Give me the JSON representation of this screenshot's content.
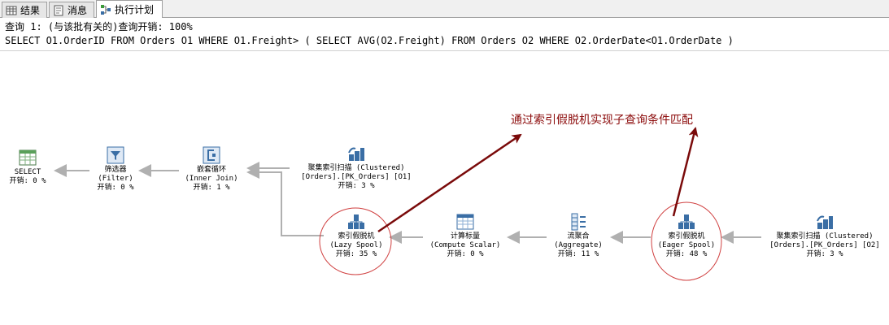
{
  "tabs": [
    {
      "label": "结果",
      "icon": "grid-icon"
    },
    {
      "label": "消息",
      "icon": "message-icon"
    },
    {
      "label": "执行计划",
      "icon": "execution-plan-icon"
    }
  ],
  "query": {
    "header": "查询 1: (与该批有关的)查询开销: 100%",
    "sql": "SELECT O1.OrderID FROM Orders O1 WHERE O1.Freight> ( SELECT AVG(O2.Freight) FROM Orders O2 WHERE O2.OrderDate<O1.OrderDate )"
  },
  "nodes": {
    "select": {
      "label": "SELECT",
      "sub": "",
      "cost": "开销: 0 %",
      "icon": "select-icon"
    },
    "filter": {
      "label": "筛选器",
      "sub": "(Filter)",
      "cost": "开销: 0 %",
      "icon": "filter-icon"
    },
    "nested_loops": {
      "label": "嵌套循环",
      "sub": "(Inner Join)",
      "cost": "开销: 1 %",
      "icon": "nested-loops-icon"
    },
    "scan_o1": {
      "label": "聚集索引扫描 (Clustered)",
      "sub": "[Orders].[PK_Orders] [O1]",
      "cost": "开销: 3 %",
      "icon": "clustered-index-scan-icon"
    },
    "lazy_spool": {
      "label": "索引假脱机",
      "sub": "(Lazy Spool)",
      "cost": "开销: 35 %",
      "icon": "index-spool-icon"
    },
    "compute_scalar": {
      "label": "计算标量",
      "sub": "(Compute Scalar)",
      "cost": "开销: 0 %",
      "icon": "compute-scalar-icon"
    },
    "aggregate": {
      "label": "流聚合",
      "sub": "(Aggregate)",
      "cost": "开销: 11 %",
      "icon": "stream-aggregate-icon"
    },
    "eager_spool": {
      "label": "索引假脱机",
      "sub": "(Eager Spool)",
      "cost": "开销: 48 %",
      "icon": "index-spool-icon"
    },
    "scan_o2": {
      "label": "聚集索引扫描 (Clustered)",
      "sub": "[Orders].[PK_Orders] [O2]",
      "cost": "开销: 3 %",
      "icon": "clustered-index-scan-icon"
    }
  },
  "annotation": {
    "text": "通过索引假脱机实现子查询条件匹配"
  },
  "colors": {
    "annotation": "#8b0a0a",
    "icon_blue": "#3a6ea5",
    "arrow_gray": "#b0b0b0"
  }
}
